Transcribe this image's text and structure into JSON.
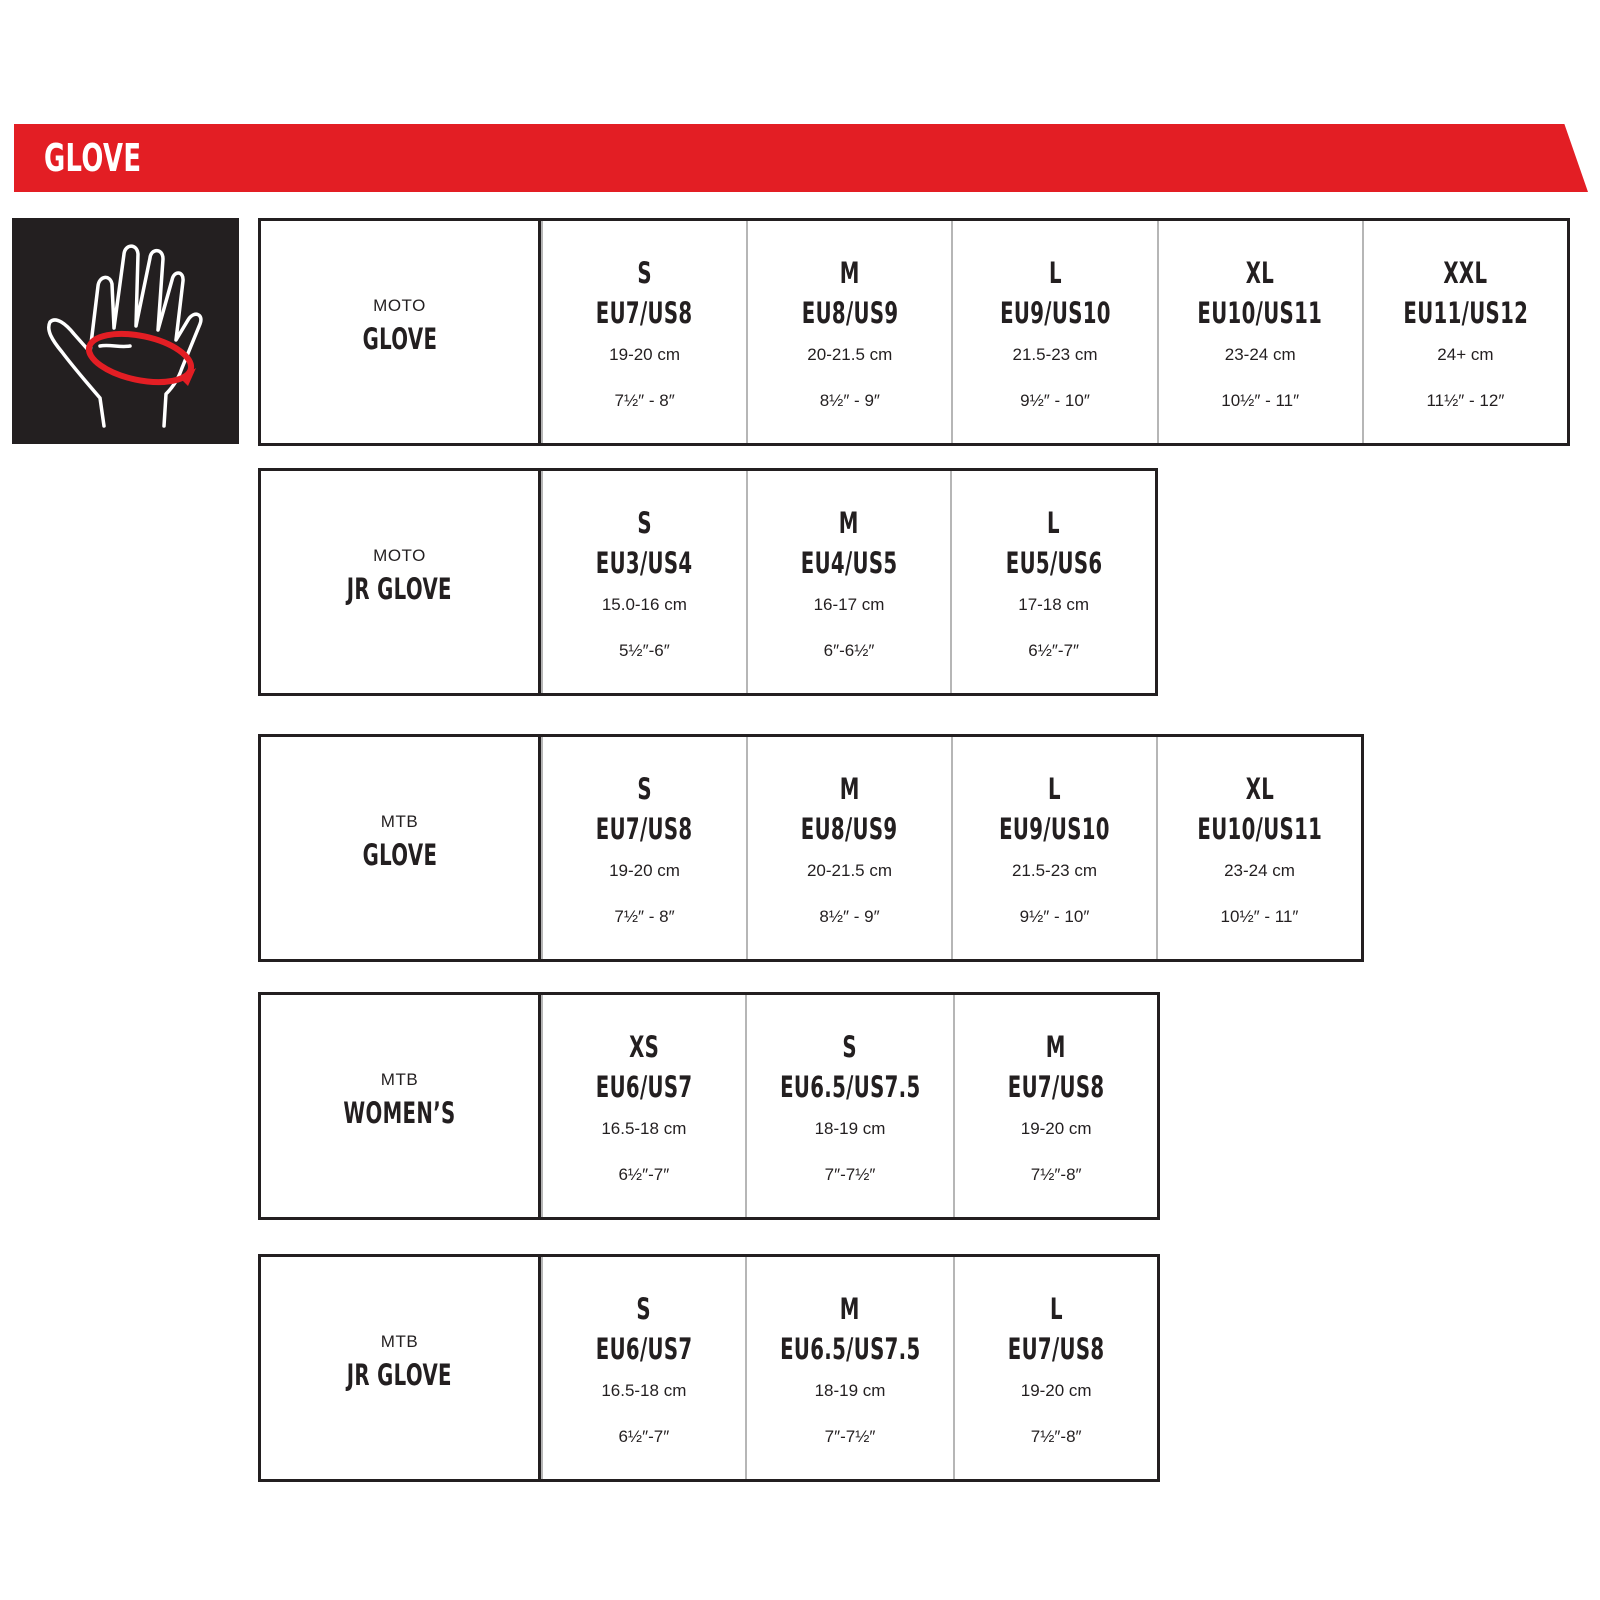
{
  "title": "GLOVE",
  "colors": {
    "accent": "#e31e24",
    "border": "#231f20",
    "divider": "#b6b6b6",
    "icon_bg": "#231f20"
  },
  "icon": "hand-measure-icon",
  "tables": [
    {
      "category": "MOTO",
      "product": "GLOVE",
      "sizes": [
        {
          "size": "S",
          "eu_us": "EU7/US8",
          "cm": "19-20 cm",
          "inch": "7½″ - 8″"
        },
        {
          "size": "M",
          "eu_us": "EU8/US9",
          "cm": "20-21.5 cm",
          "inch": "8½″ - 9″"
        },
        {
          "size": "L",
          "eu_us": "EU9/US10",
          "cm": "21.5-23 cm",
          "inch": "9½″ - 10″"
        },
        {
          "size": "XL",
          "eu_us": "EU10/US11",
          "cm": "23-24 cm",
          "inch": "10½″ - 11″"
        },
        {
          "size": "XXL",
          "eu_us": "EU11/US12",
          "cm": "24+ cm",
          "inch": "11½″ - 12″"
        }
      ]
    },
    {
      "category": "MOTO",
      "product": "JR GLOVE",
      "sizes": [
        {
          "size": "S",
          "eu_us": "EU3/US4",
          "cm": "15.0-16 cm",
          "inch": "5½″-6″"
        },
        {
          "size": "M",
          "eu_us": "EU4/US5",
          "cm": "16-17 cm",
          "inch": "6″-6½″"
        },
        {
          "size": "L",
          "eu_us": "EU5/US6",
          "cm": "17-18 cm",
          "inch": "6½″-7″"
        }
      ]
    },
    {
      "category": "MTB",
      "product": "GLOVE",
      "sizes": [
        {
          "size": "S",
          "eu_us": "EU7/US8",
          "cm": "19-20 cm",
          "inch": "7½″ - 8″"
        },
        {
          "size": "M",
          "eu_us": "EU8/US9",
          "cm": "20-21.5 cm",
          "inch": "8½″ - 9″"
        },
        {
          "size": "L",
          "eu_us": "EU9/US10",
          "cm": "21.5-23 cm",
          "inch": "9½″ - 10″"
        },
        {
          "size": "XL",
          "eu_us": "EU10/US11",
          "cm": "23-24 cm",
          "inch": "10½″ - 11″"
        }
      ]
    },
    {
      "category": "MTB",
      "product": "WOMEN’S",
      "sizes": [
        {
          "size": "XS",
          "eu_us": "EU6/US7",
          "cm": "16.5-18 cm",
          "inch": "6½″-7″"
        },
        {
          "size": "S",
          "eu_us": "EU6.5/US7.5",
          "cm": "18-19 cm",
          "inch": "7″-7½″"
        },
        {
          "size": "M",
          "eu_us": "EU7/US8",
          "cm": "19-20 cm",
          "inch": "7½″-8″"
        }
      ]
    },
    {
      "category": "MTB",
      "product": "JR GLOVE",
      "sizes": [
        {
          "size": "S",
          "eu_us": "EU6/US7",
          "cm": "16.5-18 cm",
          "inch": "6½″-7″"
        },
        {
          "size": "M",
          "eu_us": "EU6.5/US7.5",
          "cm": "18-19 cm",
          "inch": "7″-7½″"
        },
        {
          "size": "L",
          "eu_us": "EU7/US8",
          "cm": "19-20 cm",
          "inch": "7½″-8″"
        }
      ]
    }
  ]
}
